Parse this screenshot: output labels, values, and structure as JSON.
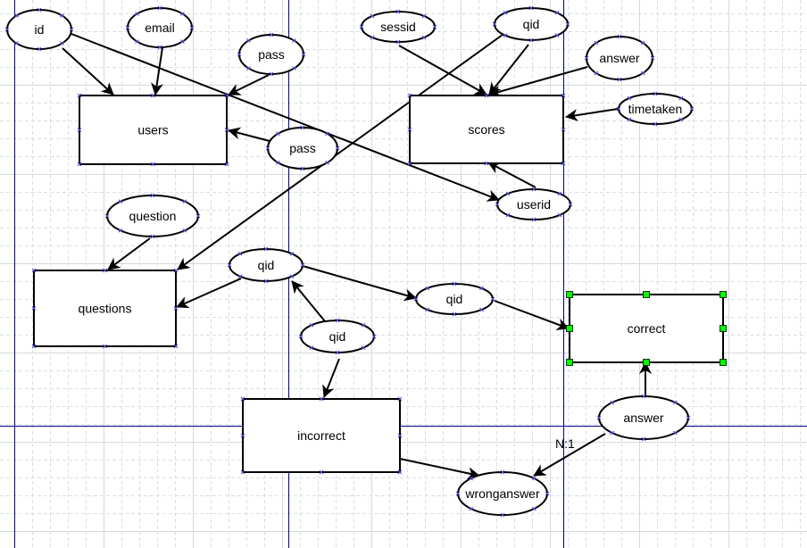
{
  "diagram": {
    "type": "er-diagram",
    "entities": [
      {
        "id": "users",
        "label": "users"
      },
      {
        "id": "scores",
        "label": "scores"
      },
      {
        "id": "questions",
        "label": "questions"
      },
      {
        "id": "correct",
        "label": "correct",
        "selected": true
      },
      {
        "id": "incorrect",
        "label": "incorrect"
      }
    ],
    "attributes": [
      {
        "id": "a-id",
        "label": "id"
      },
      {
        "id": "a-email",
        "label": "email"
      },
      {
        "id": "a-pass1",
        "label": "pass"
      },
      {
        "id": "a-pass2",
        "label": "pass"
      },
      {
        "id": "a-sessid",
        "label": "sessid"
      },
      {
        "id": "a-qid-scores",
        "label": "qid"
      },
      {
        "id": "a-answer-scores",
        "label": "answer"
      },
      {
        "id": "a-timetaken",
        "label": "timetaken"
      },
      {
        "id": "a-userid",
        "label": "userid"
      },
      {
        "id": "a-question",
        "label": "question"
      },
      {
        "id": "a-qid-mid",
        "label": "qid"
      },
      {
        "id": "a-qid-correct",
        "label": "qid"
      },
      {
        "id": "a-qid-lower",
        "label": "qid"
      },
      {
        "id": "a-answer-correct",
        "label": "answer"
      },
      {
        "id": "a-wronganswer",
        "label": "wronganswer"
      }
    ],
    "connectors": [
      {
        "from": "a-id",
        "to": "users"
      },
      {
        "from": "a-email",
        "to": "users"
      },
      {
        "from": "a-pass1",
        "to": "users"
      },
      {
        "from": "a-pass2",
        "to": "users"
      },
      {
        "from": "a-id",
        "to": "a-userid"
      },
      {
        "from": "a-sessid",
        "to": "scores"
      },
      {
        "from": "a-qid-scores",
        "to": "scores"
      },
      {
        "from": "a-answer-scores",
        "to": "scores"
      },
      {
        "from": "a-timetaken",
        "to": "scores"
      },
      {
        "from": "a-userid",
        "to": "scores"
      },
      {
        "from": "a-qid-scores",
        "to": "questions"
      },
      {
        "from": "a-question",
        "to": "questions"
      },
      {
        "from": "a-qid-mid",
        "to": "questions"
      },
      {
        "from": "a-qid-mid",
        "to": "a-qid-correct"
      },
      {
        "from": "a-qid-correct",
        "to": "correct"
      },
      {
        "from": "a-qid-lower",
        "to": "a-qid-mid"
      },
      {
        "from": "a-qid-lower",
        "to": "incorrect"
      },
      {
        "from": "a-answer-correct",
        "to": "correct"
      },
      {
        "from": "incorrect",
        "to": "a-wronganswer"
      },
      {
        "from": "a-answer-correct",
        "to": "a-wronganswer",
        "label": "N:1"
      }
    ],
    "cardinality_label": "N:1",
    "colors": {
      "page_break": "#00008b",
      "grid_minor": "#d8dfe2",
      "grid_major": "#d2dadc",
      "handle": "#00ff00",
      "anchor": "#4b4bd6"
    }
  }
}
